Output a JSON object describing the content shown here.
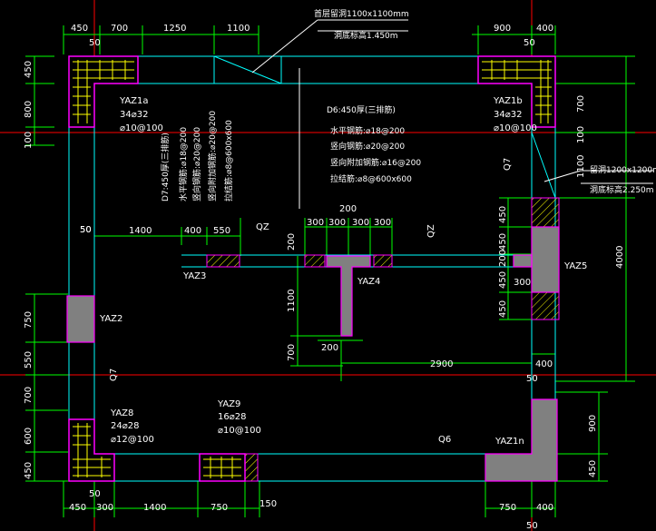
{
  "colors": {
    "background": "#000000",
    "dimension_line": "#00ff00",
    "wall_outline": "#00ffff",
    "axis_line": "#ff0000",
    "column_edge": "#ff00ff",
    "column_fill": "#808080",
    "hatch": "#ffff00",
    "rebar": "#ffff00",
    "text": "#ffffff"
  },
  "top_dims": [
    "450",
    "700",
    "1250",
    "1100",
    "900",
    "400"
  ],
  "top_dims_small": [
    "50",
    "50"
  ],
  "left_dims": [
    "450",
    "800",
    "100",
    "750",
    "550",
    "700",
    "600",
    "450"
  ],
  "left_dims_small": [
    "50"
  ],
  "right_dims": [
    "700",
    "100",
    "1100",
    "4000",
    "900",
    "450"
  ],
  "bottom_dims": [
    "450",
    "300",
    "1400",
    "750",
    "150",
    "750",
    "400"
  ],
  "bottom_dims_small": [
    "50",
    "50"
  ],
  "inner_dims": {
    "row_left": [
      "1400",
      "400",
      "550"
    ],
    "row_left_small": [
      "50"
    ],
    "mid_top": "200",
    "mid_row": [
      "300",
      "300",
      "300",
      "300"
    ],
    "yaz5_stack": [
      "450",
      "450",
      "200",
      "450",
      "450"
    ],
    "yaz5_right": "300",
    "yaz4_v": [
      "200",
      "1100",
      "700"
    ],
    "yaz4_h": "200",
    "bottom_span": "2900",
    "right_400": "400",
    "right_50": "50"
  },
  "qz_labels": [
    "QZ",
    "QZ"
  ],
  "q7_labels": [
    "Q7",
    "Q7"
  ],
  "q6_label": "Q6",
  "columns": {
    "yaz1a": [
      "YAZ1a",
      "34⌀32",
      "⌀10@100"
    ],
    "yaz1b": [
      "YAZ1b",
      "34⌀32",
      "⌀10@100"
    ],
    "yaz2": "YAZ2",
    "yaz3": "YAZ3",
    "yaz4": "YAZ4",
    "yaz5": "YAZ5",
    "yaz8": [
      "YAZ8",
      "24⌀28",
      "⌀12@100"
    ],
    "yaz9": [
      "YAZ9",
      "16⌀28",
      "⌀10@100"
    ],
    "yaz1n": "YAZ1n"
  },
  "notes": {
    "top_opening": [
      "首层留洞1100x1100mm",
      "洞底标高1.450m"
    ],
    "right_opening": [
      "留洞1200x1200mm",
      "洞底标高2.250m"
    ],
    "q6_note": [
      "D6:450厚(三排筋)",
      "水平钢筋:⌀18@200",
      "竖向钢筋:⌀20@200",
      "竖向附加钢筋:⌀16@200",
      "拉结筋:⌀8@600x600"
    ],
    "q7_note": [
      "D7:450厚(三排筋)",
      "水平钢筋:⌀18@200",
      "竖向钢筋:⌀20@200",
      "竖向附加钢筋:⌀20@200",
      "拉结筋:⌀8@600x600"
    ]
  }
}
